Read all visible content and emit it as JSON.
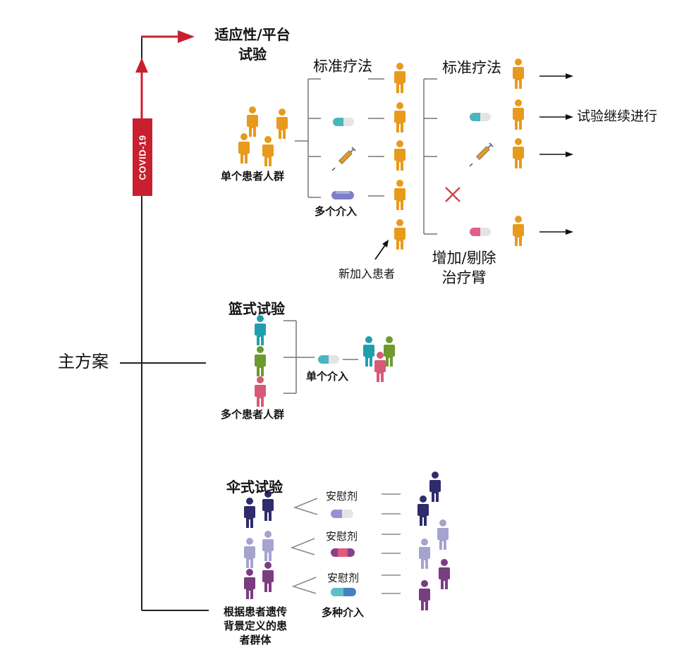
{
  "root": {
    "label": "主方案",
    "badge": "COVID-19"
  },
  "adaptive": {
    "title_line1": "适应性/平台",
    "title_line2": "试验",
    "standard_left": "标准疗法",
    "standard_right": "标准疗法",
    "population": "单个患者人群",
    "interventions": "多个介入",
    "new_patients": "新加入患者",
    "add_drop_line1": "增加/剔除",
    "add_drop_line2": "治疗臂",
    "continue": "试验继续进行"
  },
  "basket": {
    "title": "篮式试验",
    "intervention": "单个介入",
    "population": "多个患者人群"
  },
  "umbrella": {
    "title": "伞式试验",
    "placebo_1": "安慰剂",
    "placebo_2": "安慰剂",
    "placebo_3": "安慰剂",
    "interventions": "多种介入",
    "population_line1": "根据患者遗传",
    "population_line2": "背景定义的患",
    "population_line3": "者群体"
  },
  "colors": {
    "orange": "#e89a1d",
    "teal": "#1f9fad",
    "green": "#6e9a2f",
    "pink": "#d65a76",
    "navy": "#2e2c6b",
    "lavender": "#a6a3cf",
    "purple": "#7a3d82",
    "red": "#c8202f",
    "line": "#777777"
  },
  "icons": {
    "person": "person-icon",
    "pill": "pill-icon",
    "syringe": "syringe-icon",
    "cross": "cross-icon",
    "arrow": "arrow-icon"
  }
}
